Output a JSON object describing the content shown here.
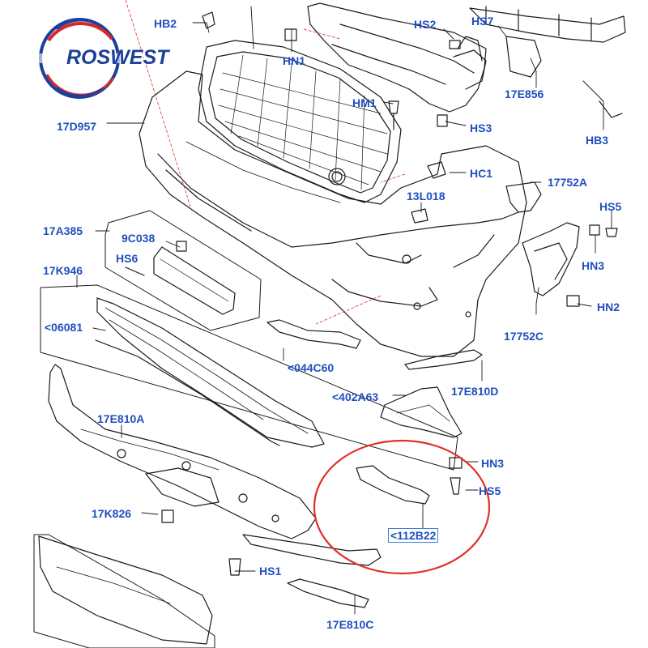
{
  "brand": {
    "logo_text": "ROSWEST"
  },
  "colors": {
    "label": "#1f4fbf",
    "highlight_circle": "#e0312b",
    "logo": "#1c3f9a",
    "logo_swirl": "#d9262b"
  },
  "labels": {
    "hb2": "HB2",
    "hn1": "HN1",
    "hs2": "HS2",
    "hs7": "HS7",
    "e856": "17E856",
    "d957": "17D957",
    "hm1": "HM1",
    "hs3": "HS3",
    "hb3": "HB3",
    "hc1": "HC1",
    "p17752a": "17752A",
    "l018": "13L018",
    "hs5_top": "HS5",
    "a385": "17A385",
    "c038": "9C038",
    "hn3_top": "HN3",
    "hs6": "HS6",
    "k946": "17K946",
    "hn2": "HN2",
    "p06081": "<06081",
    "p17752c": "17752C",
    "c60": "<044C60",
    "e810d": "17E810D",
    "a63": "<402A63",
    "e810a": "17E810A",
    "hn3_bottom": "HN3",
    "hs5_bottom": "HS5",
    "k826": "17K826",
    "b22": "<112B22",
    "hs1": "HS1",
    "e810c": "17E810C"
  }
}
